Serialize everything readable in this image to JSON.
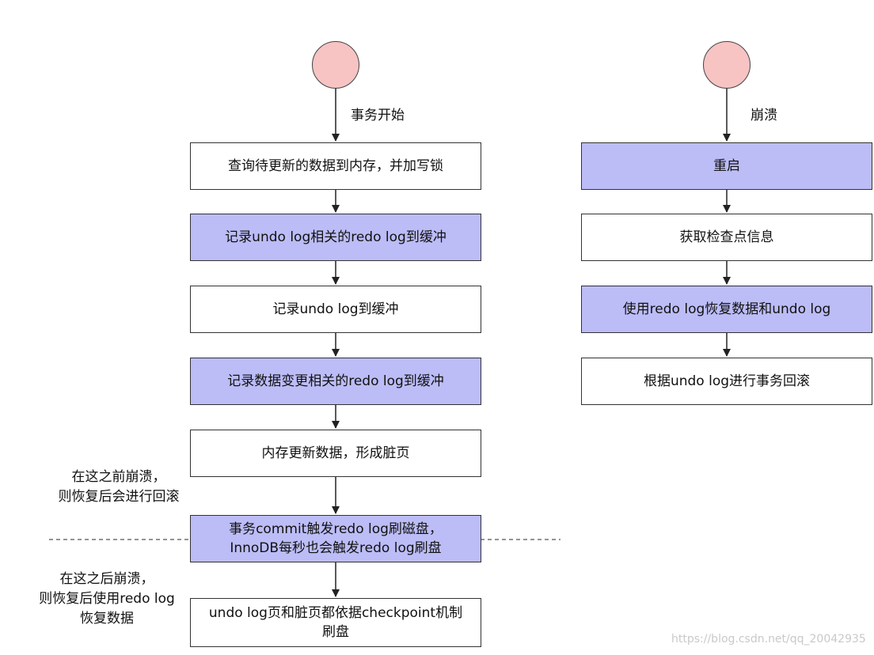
{
  "left_flow": {
    "start_label": "事务开始",
    "steps": [
      "查询待更新的数据到内存，并加写锁",
      "记录undo log相关的redo log到缓冲",
      "记录undo log到缓冲",
      "记录数据变更相关的redo log到缓冲",
      "内存更新数据，形成脏页",
      "事务commit触发redo log刷磁盘，\nInnoDB每秒也会触发redo log刷盘",
      "undo log页和脏页都依据checkpoint机制\n刷盘"
    ]
  },
  "right_flow": {
    "start_label": "崩溃",
    "steps": [
      "重启",
      "获取检查点信息",
      "使用redo log恢复数据和undo log",
      "根据undo log进行事务回滚"
    ]
  },
  "notes": {
    "before": "在这之前崩溃，\n则恢复后会进行回滚",
    "after": "在这之后崩溃，\n则恢复后使用redo log\n恢复数据"
  },
  "watermark": "https://blog.csdn.net/qq_20042935",
  "colors": {
    "highlight": "#bcbcf7",
    "start_node": "#f7c3c3",
    "plain": "#ffffff"
  }
}
